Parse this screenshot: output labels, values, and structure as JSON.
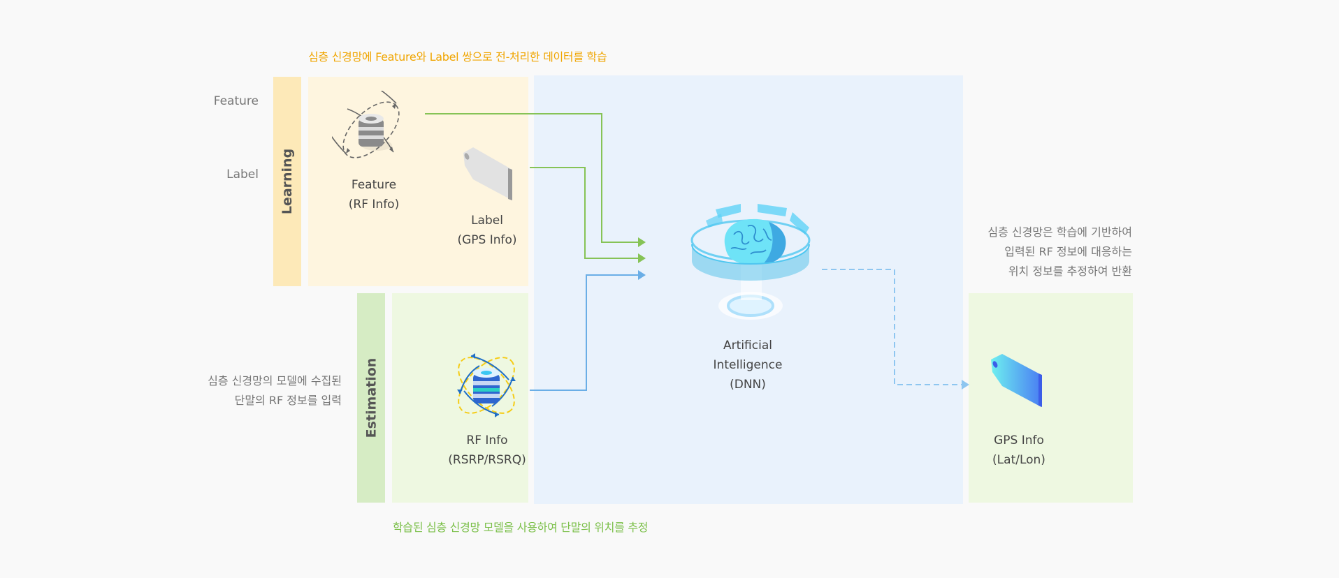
{
  "captions": {
    "learning_top": "심층 신경망에 Feature와 Label 쌍으로 전-처리한 데이터를 학습",
    "estimation_bottom": "학습된 심층 신경망 모델을 사용하여 단말의 위치를 추정"
  },
  "side_labels": {
    "feature": "Feature",
    "label": "Label"
  },
  "side_notes": {
    "estimation_input": [
      "심층 신경망의 모델에 수집된",
      "단말의 RF 정보를 입력"
    ],
    "output": [
      "심층 신경망은 학습에 기반하여",
      "입력된 RF 정보에 대응하는",
      "위치 정보를 추정하여 반환"
    ]
  },
  "phases": {
    "learning": "Learning",
    "estimation": "Estimation"
  },
  "nodes": {
    "feature": {
      "title": "Feature",
      "subtitle": "(RF Info)",
      "icon": "database-orbit-icon"
    },
    "label": {
      "title": "Label",
      "subtitle": "(GPS Info)",
      "icon": "tag-icon"
    },
    "rf_info": {
      "title": "RF Info",
      "subtitle": "(RSRP/RSRQ)",
      "icon": "database-orbit-icon"
    },
    "ai": {
      "title_lines": [
        "Artificial",
        "Intelligence",
        "(DNN)"
      ],
      "icon": "brain-hologram-icon"
    },
    "gps_info": {
      "title": "GPS Info",
      "subtitle": "(Lat/Lon)",
      "icon": "tag-icon"
    }
  },
  "colors": {
    "learning_caption": "#f0a500",
    "estimation_caption": "#7cc04a",
    "learning_bar": "#fde9b8",
    "learning_panel": "#fef5df",
    "estimation_bar": "#d6ecc4",
    "estimation_panel": "#eef8e1",
    "ai_panel": "#e9f2fc",
    "green_arrow": "#86c356",
    "blue_arrow": "#6aaee6",
    "dashed_arrow": "#8ec6f0"
  }
}
